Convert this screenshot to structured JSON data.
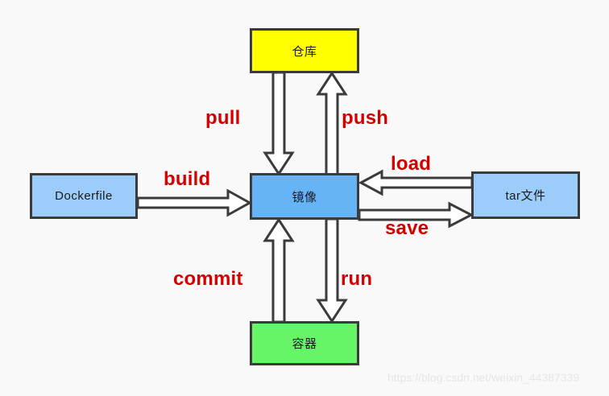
{
  "diagram": {
    "title": "Docker workflow diagram",
    "background_color": "#f9f9f9",
    "nodes": [
      {
        "id": "repository",
        "label": "仓库",
        "color": "#ffff00",
        "border_color": "#3b3b3b",
        "position": "top"
      },
      {
        "id": "image",
        "label": "镜像",
        "color": "#66b3f5",
        "border_color": "#3b3b3b",
        "position": "center"
      },
      {
        "id": "dockerfile",
        "label": "Dockerfile",
        "color": "#9ccdfa",
        "border_color": "#3b3b3b",
        "position": "left"
      },
      {
        "id": "tarfile",
        "label": "tar文件",
        "color": "#9ccdfa",
        "border_color": "#3b3b3b",
        "position": "right"
      },
      {
        "id": "container",
        "label": "容器",
        "color": "#66f566",
        "border_color": "#3b3b3b",
        "position": "bottom"
      }
    ],
    "edges": [
      {
        "id": "pull",
        "label": "pull",
        "from": "repository",
        "to": "image",
        "direction": "down",
        "label_color": "#d40000"
      },
      {
        "id": "push",
        "label": "push",
        "from": "image",
        "to": "repository",
        "direction": "up",
        "label_color": "#d40000"
      },
      {
        "id": "build",
        "label": "build",
        "from": "dockerfile",
        "to": "image",
        "direction": "right",
        "label_color": "#d40000"
      },
      {
        "id": "load",
        "label": "load",
        "from": "tarfile",
        "to": "image",
        "direction": "left",
        "label_color": "#d40000"
      },
      {
        "id": "save",
        "label": "save",
        "from": "image",
        "to": "tarfile",
        "direction": "right",
        "label_color": "#d40000"
      },
      {
        "id": "commit",
        "label": "commit",
        "from": "container",
        "to": "image",
        "direction": "up",
        "label_color": "#d40000"
      },
      {
        "id": "run",
        "label": "run",
        "from": "image",
        "to": "container",
        "direction": "down",
        "label_color": "#d40000"
      }
    ],
    "watermark": "https://blog.csdn.net/weixin_44387339"
  }
}
